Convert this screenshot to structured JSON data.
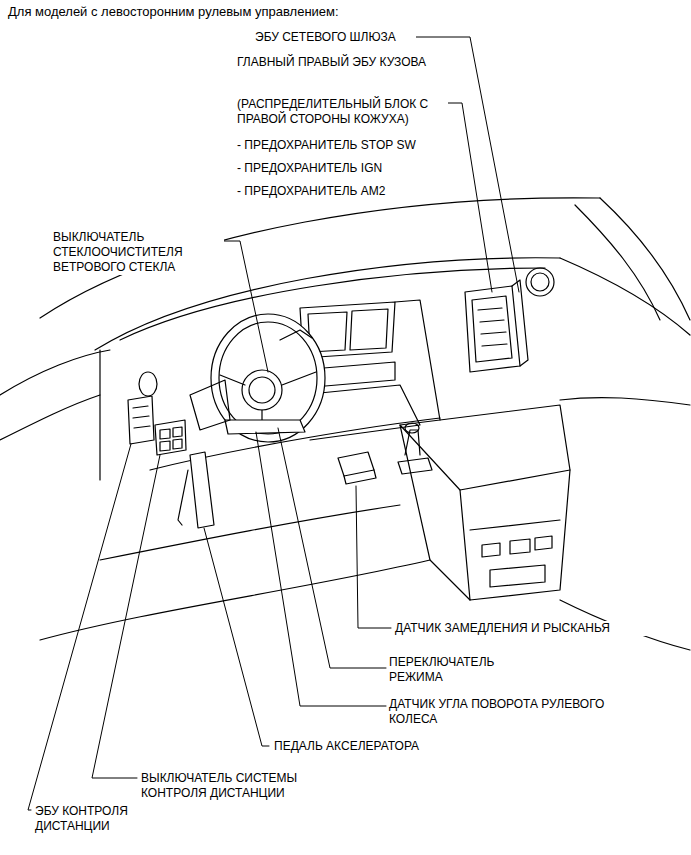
{
  "diagram": {
    "title": "Для моделей с левосторонним рулевым управлением:",
    "labels": [
      "ЭБУ СЕТЕВОГО ШЛЮЗА",
      "ГЛАВНЫЙ ПРАВЫЙ ЭБУ КУЗОВА",
      "(РАСПРЕДЕЛИТЕЛЬНЫЙ БЛОК С ПРАВОЙ СТОРОНЫ КОЖУХА)",
      "- ПРЕДОХРАНИТЕЛЬ STOP SW",
      "- ПРЕДОХРАНИТЕЛЬ IGN",
      "- ПРЕДОХРАНИТЕЛЬ AM2",
      "ВЫКЛЮЧАТЕЛЬ СТЕКЛООЧИСТИТЕЛЯ ВЕТРОВОГО СТЕКЛА",
      "ДАТЧИК ЗАМЕДЛЕНИЯ И РЫСКАНЬЯ",
      "ПЕРЕКЛЮЧАТЕЛЬ РЕЖИМА",
      "ДАТЧИК УГЛА ПОВОРОТА РУЛЕВОГО КОЛЕСА",
      "ПЕДАЛЬ АКСЕЛЕРАТОРА",
      "ВЫКЛЮЧАТЕЛЬ СИСТЕМЫ КОНТРОЛЯ ДИСТАНЦИИ",
      "ЭБУ КОНТРОЛЯ ДИСТАНЦИИ"
    ]
  }
}
